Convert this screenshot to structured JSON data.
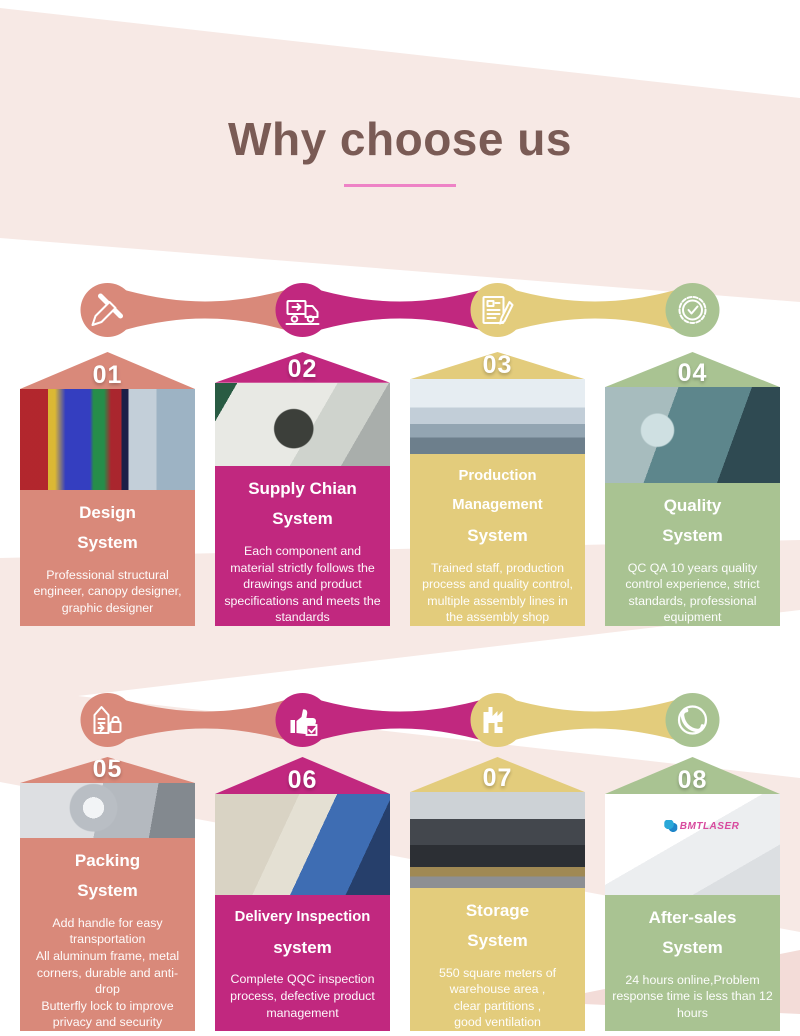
{
  "header": {
    "title": "Why choose us"
  },
  "colors": {
    "background_pink": "#f7e9e5",
    "salmon": "#d9897a",
    "magenta": "#c1287f",
    "yellow": "#e3cc7c",
    "green": "#a9c392",
    "title_brown": "#7a5b55",
    "underline_pink": "#ee82c6",
    "text_white": "#ffffff"
  },
  "icon_rows": [
    {
      "icons": [
        "design-pencil-icon",
        "delivery-truck-icon",
        "inspection-document-icon",
        "quality-badge-icon"
      ]
    },
    {
      "icons": [
        "packing-box-icon",
        "approval-thumbs-up-icon",
        "factory-icon",
        "phone-icon"
      ]
    }
  ],
  "cards": [
    {
      "number": "01",
      "title_line1": "Design",
      "title_line2": "System",
      "description": [
        "Professional structural engineer, canopy designer, graphic designer"
      ],
      "color": "#d9897a",
      "photo_alt": "Engineer viewing colorful PCB design software on a monitor"
    },
    {
      "number": "02",
      "title_line1": "Supply Chian",
      "title_line2": "System",
      "description": [
        "Each component and material strictly follows the drawings and product specifications and meets the standards"
      ],
      "color": "#c1287f",
      "photo_alt": "Laser machine internal components and wiring"
    },
    {
      "number": "03",
      "title_line1": "Production Management",
      "title_line2": "System",
      "description": [
        "Trained staff, production process and quality control, multiple assembly lines in the assembly shop"
      ],
      "color": "#e3cc7c",
      "photo_alt": "Bright factory assembly shop floor"
    },
    {
      "number": "04",
      "title_line1": "Quality",
      "title_line2": "System",
      "description": [
        "QC QA 10 years quality control experience, strict standards, professional equipment"
      ],
      "color": "#a9c392",
      "photo_alt": "Technician testing equipment with monitors"
    },
    {
      "number": "05",
      "title_line1": "Packing",
      "title_line2": "System",
      "description": [
        "Add handle for easy transportation",
        "All aluminum frame, metal corners, durable and anti-drop",
        "Butterfly lock to improve privacy and security"
      ],
      "color": "#d9897a",
      "photo_alt": "Close-up of aluminum case butterfly lock"
    },
    {
      "number": "06",
      "title_line1": "Delivery Inspection",
      "title_line2": "system",
      "description": [
        "Complete QQC inspection process, defective product management"
      ],
      "color": "#c1287f",
      "photo_alt": "Worker in blue performing delivery inspection with tester"
    },
    {
      "number": "07",
      "title_line1": "Storage",
      "title_line2": "System",
      "description": [
        "550 square meters of warehouse area ,",
        "clear partitions ,",
        "good ventilation"
      ],
      "color": "#e3cc7c",
      "photo_alt": "Warehouse with rows of black flight cases on pallets",
      "photo_logo": ""
    },
    {
      "number": "08",
      "title_line1": "After-sales",
      "title_line2": "System",
      "description": [
        "24 hours online,Problem response time is less than 12 hours"
      ],
      "color": "#a9c392",
      "photo_alt": "White lab coat with brand logo",
      "photo_logo": "BMTLASER"
    }
  ]
}
